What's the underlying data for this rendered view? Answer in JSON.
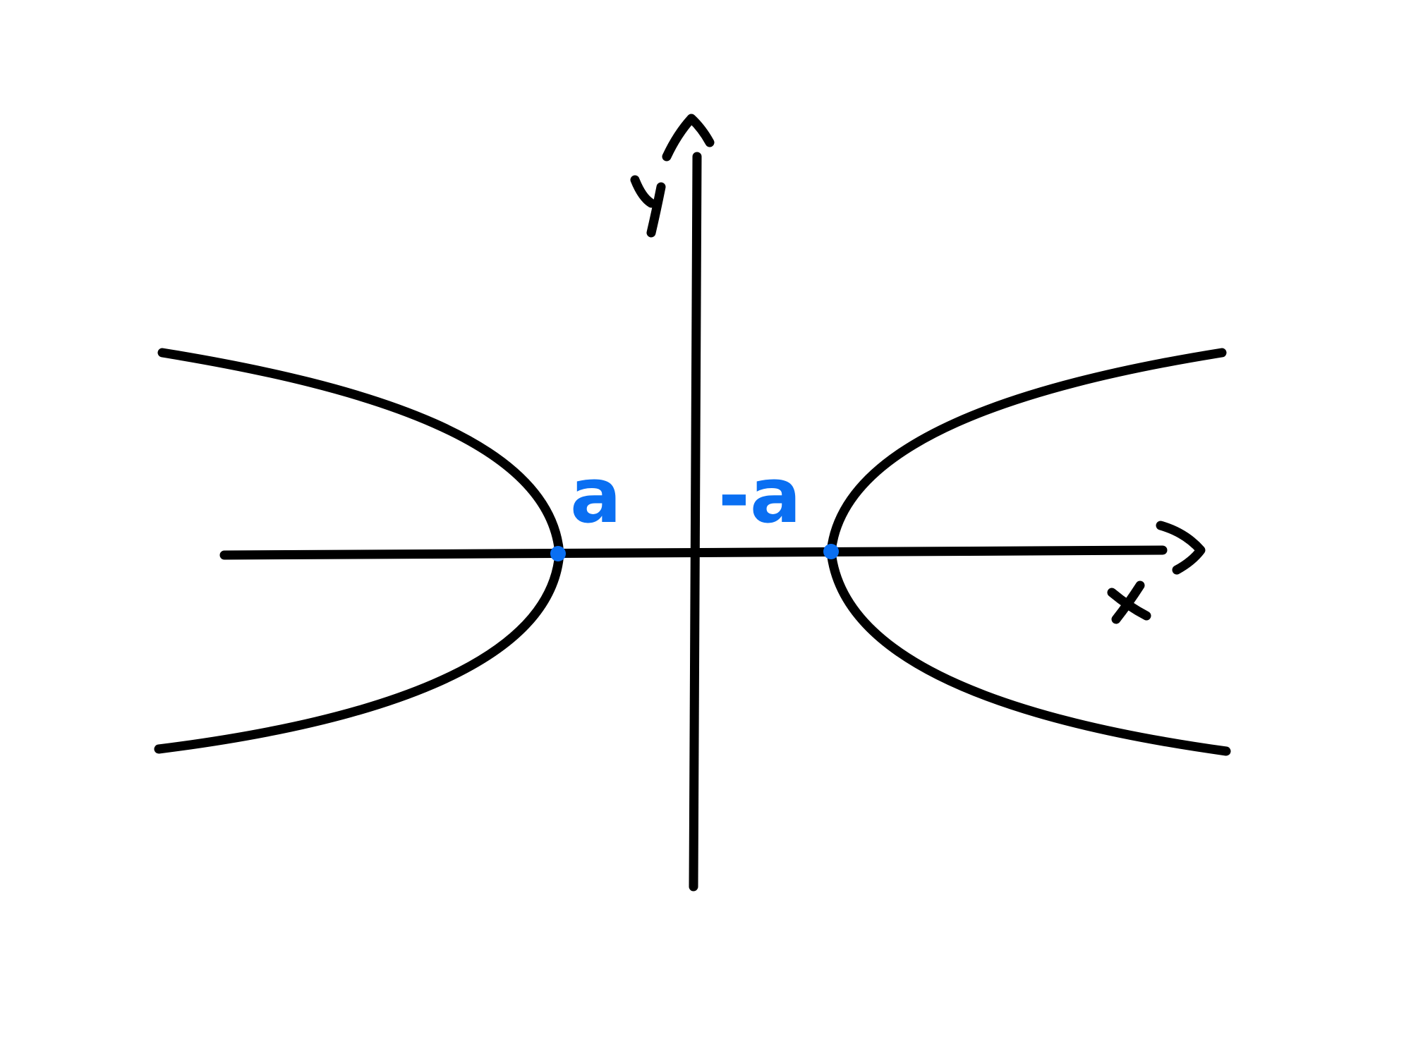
{
  "diagram": {
    "axes": {
      "x_label": "x",
      "y_label": "y"
    },
    "vertices": {
      "left_label": "a",
      "right_label": "-a"
    },
    "colors": {
      "ink": "#000000",
      "accent": "#0a6ff2",
      "background": "#ffffff"
    }
  }
}
